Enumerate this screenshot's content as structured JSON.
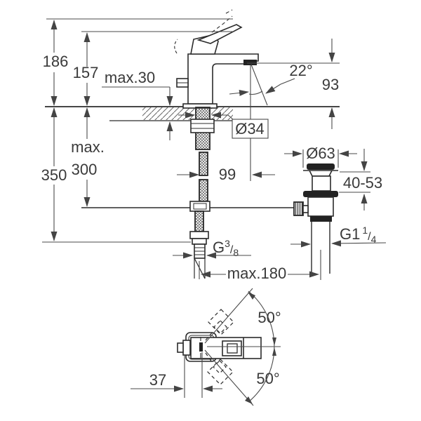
{
  "meta": {
    "drawing_type": "faucet installation dimension drawing"
  },
  "colors": {
    "background": "#ffffff",
    "object_line": "#2b2b2b",
    "dim_line": "#4a4a4a",
    "text": "#3a3a3a"
  },
  "side_view": {
    "total_height": "186",
    "body_height": "157",
    "deck_thickness": "max.30",
    "spout_angle": "22°",
    "spout_height": "93",
    "hole_diameter": "Ø34",
    "below_deck_max_label": "max.",
    "below_deck_max_value": "300",
    "below_deck_total": "350",
    "spout_reach": "99",
    "drain_flange_diameter": "Ø63",
    "drain_adjust_range": "40-53",
    "supply_thread": {
      "g": "G",
      "num": "3",
      "slash": "/",
      "den": "8"
    },
    "drain_thread": {
      "g": "G1",
      "num": "1",
      "slash": "/",
      "den": "4"
    },
    "center_distance": "max.180"
  },
  "top_view": {
    "front_offset": "37",
    "swing_upper": "50°",
    "swing_lower": "50°"
  }
}
